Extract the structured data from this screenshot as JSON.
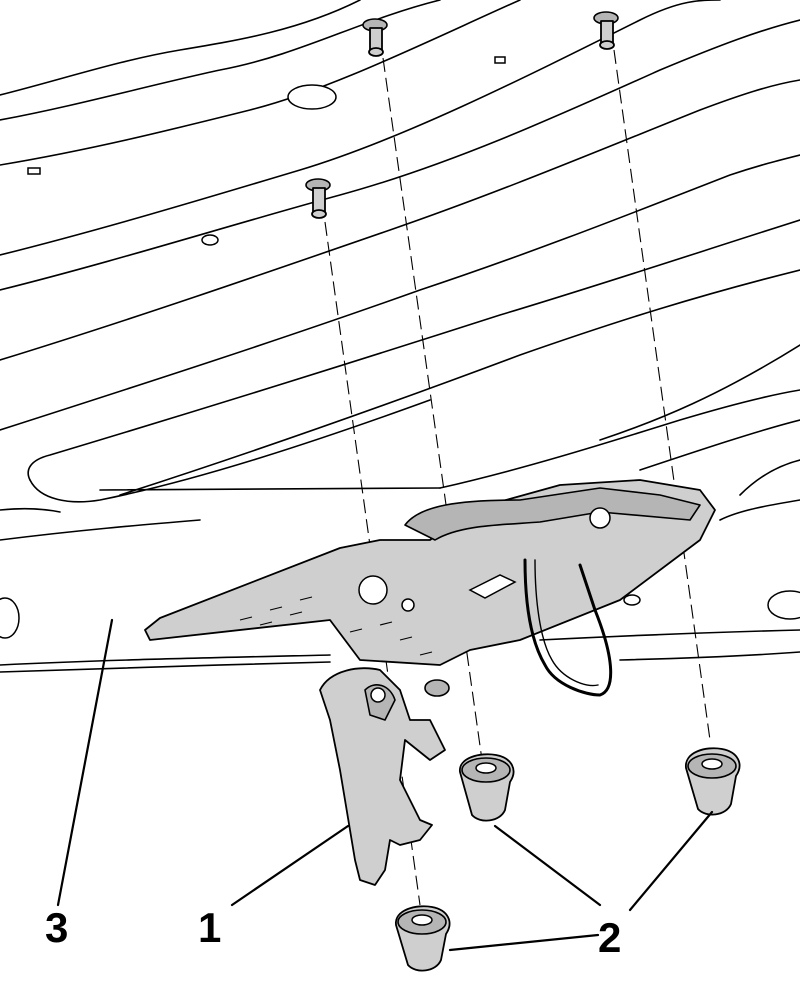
{
  "callouts": [
    {
      "id": "callout-1",
      "text": "1",
      "part": "hood-lock"
    },
    {
      "id": "callout-2",
      "text": "2",
      "part": "expanding-rivets"
    },
    {
      "id": "callout-3",
      "text": "3",
      "part": "lock-carrier-panel"
    }
  ],
  "colors": {
    "line": "#000000",
    "part_fill": "#cfcfcf",
    "part_shade": "#b5b5b5",
    "background": "#ffffff"
  }
}
